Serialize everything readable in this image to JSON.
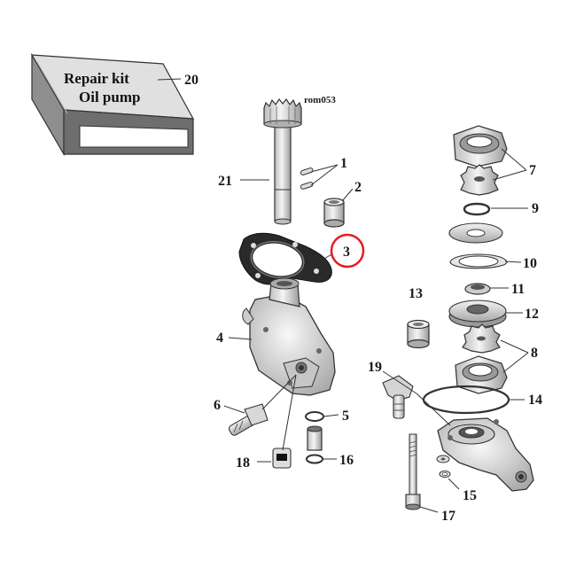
{
  "diagram": {
    "ref_code": "rom053",
    "kit_label": {
      "line1": "Repair kit",
      "line2": "Oil pump"
    },
    "highlight_color": "#e41c24",
    "callouts": [
      {
        "id": "c1",
        "text": "1"
      },
      {
        "id": "c2",
        "text": "2"
      },
      {
        "id": "c3",
        "text": "3",
        "highlighted": true
      },
      {
        "id": "c4",
        "text": "4"
      },
      {
        "id": "c5",
        "text": "5"
      },
      {
        "id": "c6",
        "text": "6"
      },
      {
        "id": "c7",
        "text": "7"
      },
      {
        "id": "c8",
        "text": "8"
      },
      {
        "id": "c9",
        "text": "9"
      },
      {
        "id": "c10",
        "text": "10"
      },
      {
        "id": "c11",
        "text": "11"
      },
      {
        "id": "c12",
        "text": "12"
      },
      {
        "id": "c13",
        "text": "13"
      },
      {
        "id": "c14",
        "text": "14"
      },
      {
        "id": "c15",
        "text": "15"
      },
      {
        "id": "c16",
        "text": "16"
      },
      {
        "id": "c17",
        "text": "17"
      },
      {
        "id": "c18",
        "text": "18"
      },
      {
        "id": "c19",
        "text": "19"
      },
      {
        "id": "c20",
        "text": "20"
      },
      {
        "id": "c21",
        "text": "21"
      }
    ]
  }
}
